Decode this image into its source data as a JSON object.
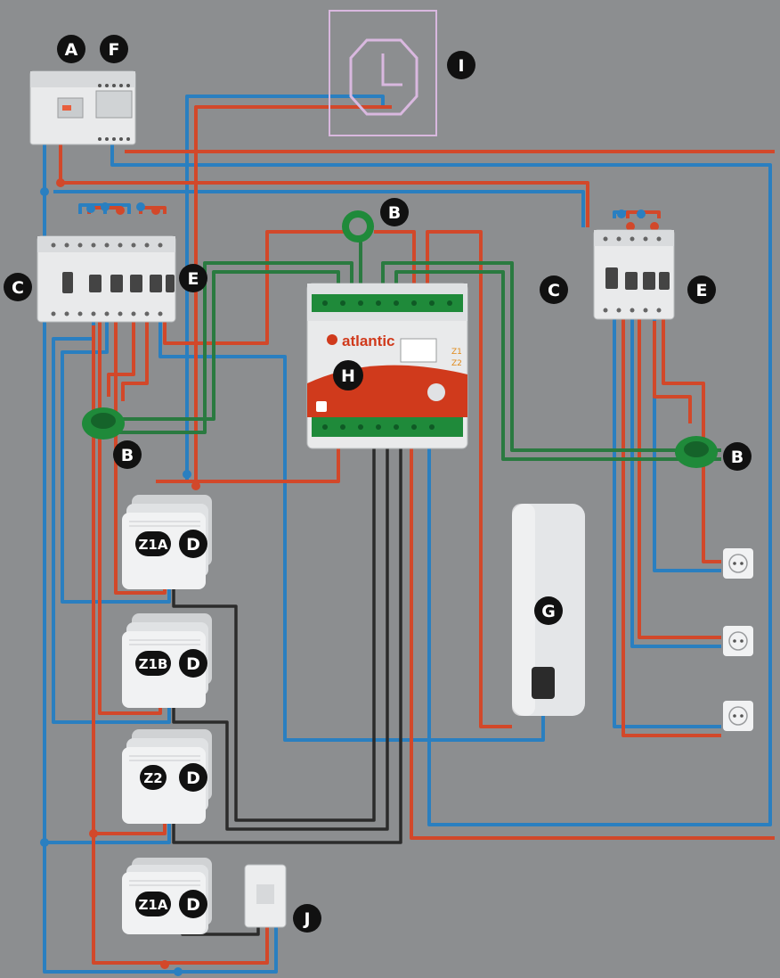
{
  "colors": {
    "background": "#8c8e90",
    "phase_wire": "#d2482a",
    "neutral_wire": "#2a7fc0",
    "pilot_wire": "#2b2b2b",
    "green_wire": "#2a7a40",
    "green_ct": "#1f8a3a",
    "device_body": "#e9eaeb",
    "badge": "#111111",
    "thermostat_outline": "#d9b8df",
    "logo_red": "#d03a1c"
  },
  "badges": [
    {
      "id": "A",
      "label": "A"
    },
    {
      "id": "F",
      "label": "F"
    },
    {
      "id": "I",
      "label": "I"
    },
    {
      "id": "B-top",
      "label": "B"
    },
    {
      "id": "C-left",
      "label": "C"
    },
    {
      "id": "E-left",
      "label": "E"
    },
    {
      "id": "C-right",
      "label": "C"
    },
    {
      "id": "E-right",
      "label": "E"
    },
    {
      "id": "H",
      "label": "H"
    },
    {
      "id": "B-left",
      "label": "B"
    },
    {
      "id": "B-right",
      "label": "B"
    },
    {
      "id": "G",
      "label": "G"
    },
    {
      "id": "D-1",
      "label": "D"
    },
    {
      "id": "D-2",
      "label": "D"
    },
    {
      "id": "D-3",
      "label": "D"
    },
    {
      "id": "D-4",
      "label": "D"
    },
    {
      "id": "J",
      "label": "J"
    }
  ],
  "zones": [
    {
      "label": "Z1A"
    },
    {
      "label": "Z1B"
    },
    {
      "label": "Z2"
    },
    {
      "label": "Z1A"
    }
  ],
  "module": {
    "brand": "atlantic",
    "zone1_label": "Z1",
    "zone2_label": "Z2",
    "icon": "io-badge"
  },
  "icons": {
    "thermostat": "thermostat-icon",
    "socket": "socket-icon",
    "current-transformer": "ct-ring-icon"
  }
}
